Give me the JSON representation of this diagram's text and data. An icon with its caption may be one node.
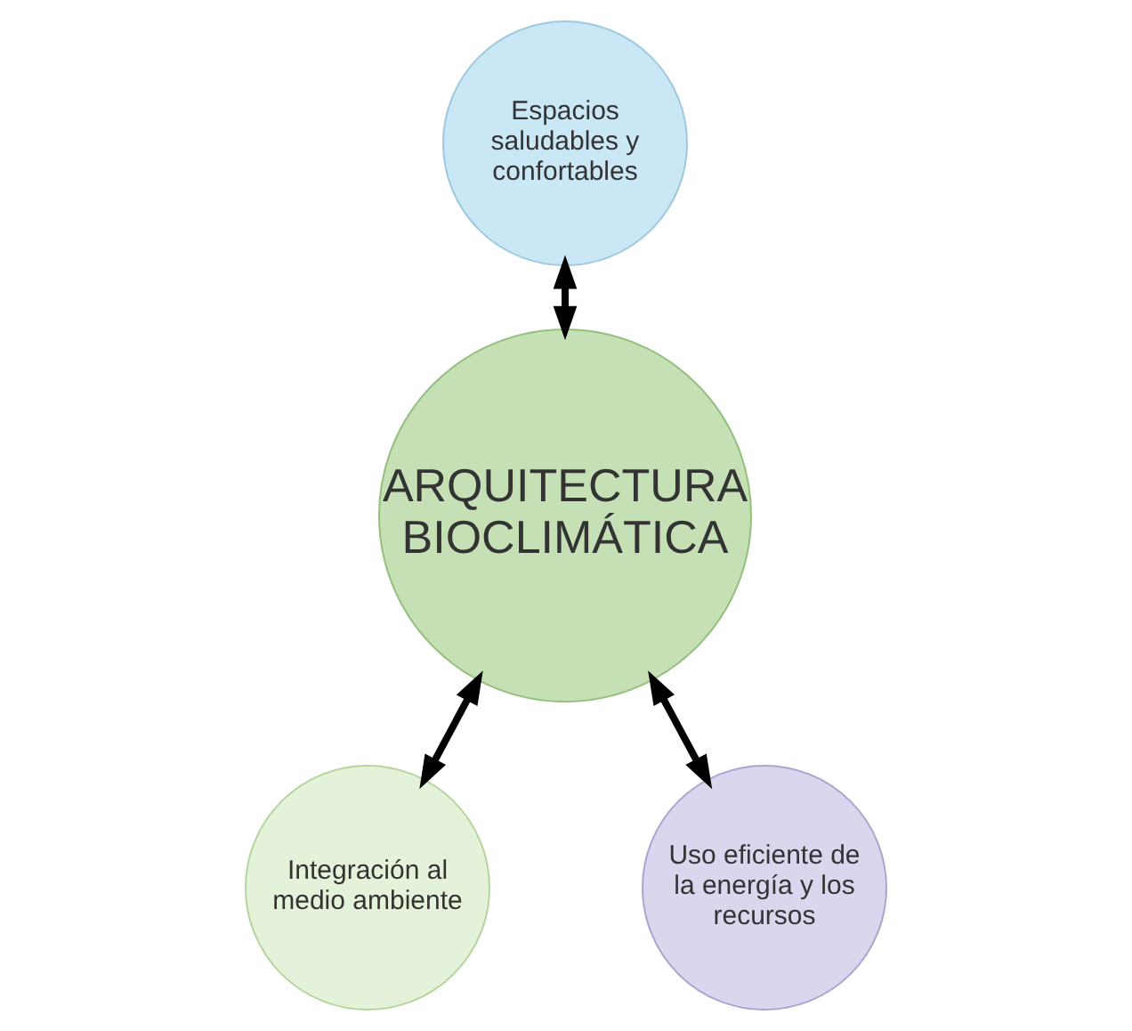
{
  "diagram": {
    "nodes": [
      {
        "text": [
          "Espacios saludables y confortables"
        ]
      },
      {
        "text": [
          "ARQUITECTURA BIOCLIMÁTICA"
        ]
      },
      {
        "text": [
          "Uso eficiente de la energía y los recursos"
        ]
      },
      {
        "text": [
          "Integración al medio ambiente"
        ]
      }
    ],
    "edges": [
      {
        "from": 0,
        "to": 1,
        "arrow": "both"
      },
      {
        "from": 2,
        "to": 1,
        "arrow": "both"
      },
      {
        "from": 1,
        "to": 3,
        "arrow": "both"
      }
    ]
  }
}
